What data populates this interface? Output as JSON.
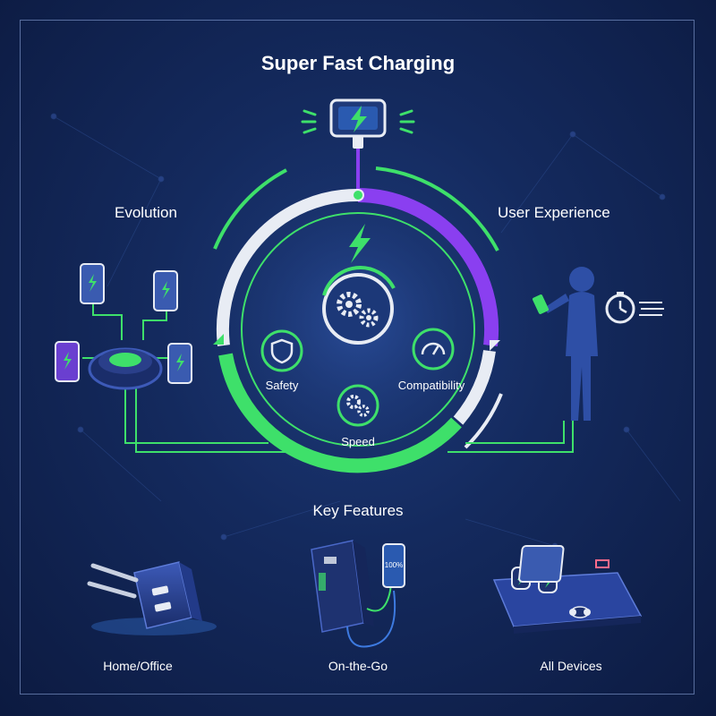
{
  "title": "Super Fast Charging",
  "sections": {
    "left": "Evolution",
    "right": "User Experience",
    "bottom": "Key Features"
  },
  "features": {
    "safety": "Safety",
    "compatibility": "Compatibility",
    "speed": "Speed"
  },
  "scenarios": {
    "home_office": "Home/Office",
    "on_the_go": "On-the-Go",
    "all_devices": "All Devices"
  },
  "powerbank_screen_text": "100%",
  "colors": {
    "background": "#142a5e",
    "accent_green": "#3ee06a",
    "accent_purple": "#8a3ff0",
    "ring_white": "#e8ecf4"
  },
  "icons": [
    "lightning-icon",
    "gears-icon",
    "shield-icon",
    "gauge-icon",
    "stopwatch-icon",
    "phone-icon",
    "charging-pad-icon",
    "wall-charger-icon",
    "power-bank-icon",
    "watch-icon",
    "earbuds-icon"
  ]
}
